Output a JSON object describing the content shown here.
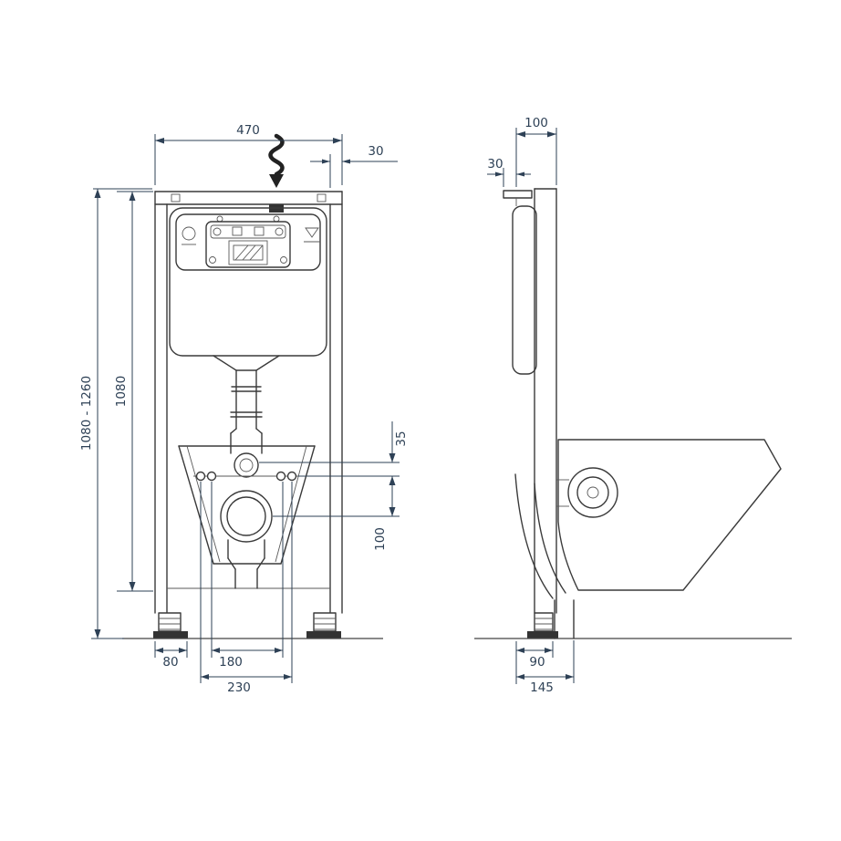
{
  "drawing": {
    "background": "#ffffff",
    "line_color": "#3a3a3a",
    "dimension_color": "#2e4156",
    "front_view": {
      "name": "front-view-installation-frame",
      "dims": {
        "frame_width": "470",
        "profile_width": "30",
        "overall_height": "1080 - 1260",
        "frame_height": "1080",
        "flush_bend_offset": "35",
        "bend_to_drain": "100",
        "foot_width": "80",
        "fixing_bolt_spacing": "180",
        "outlet_bolt_spacing": "230"
      }
    },
    "side_view": {
      "name": "side-view-frame-with-bowl",
      "dims": {
        "frame_depth": "100",
        "wall_bracket_offset": "30",
        "foot_depth": "90",
        "overall_depth": "145"
      }
    }
  }
}
